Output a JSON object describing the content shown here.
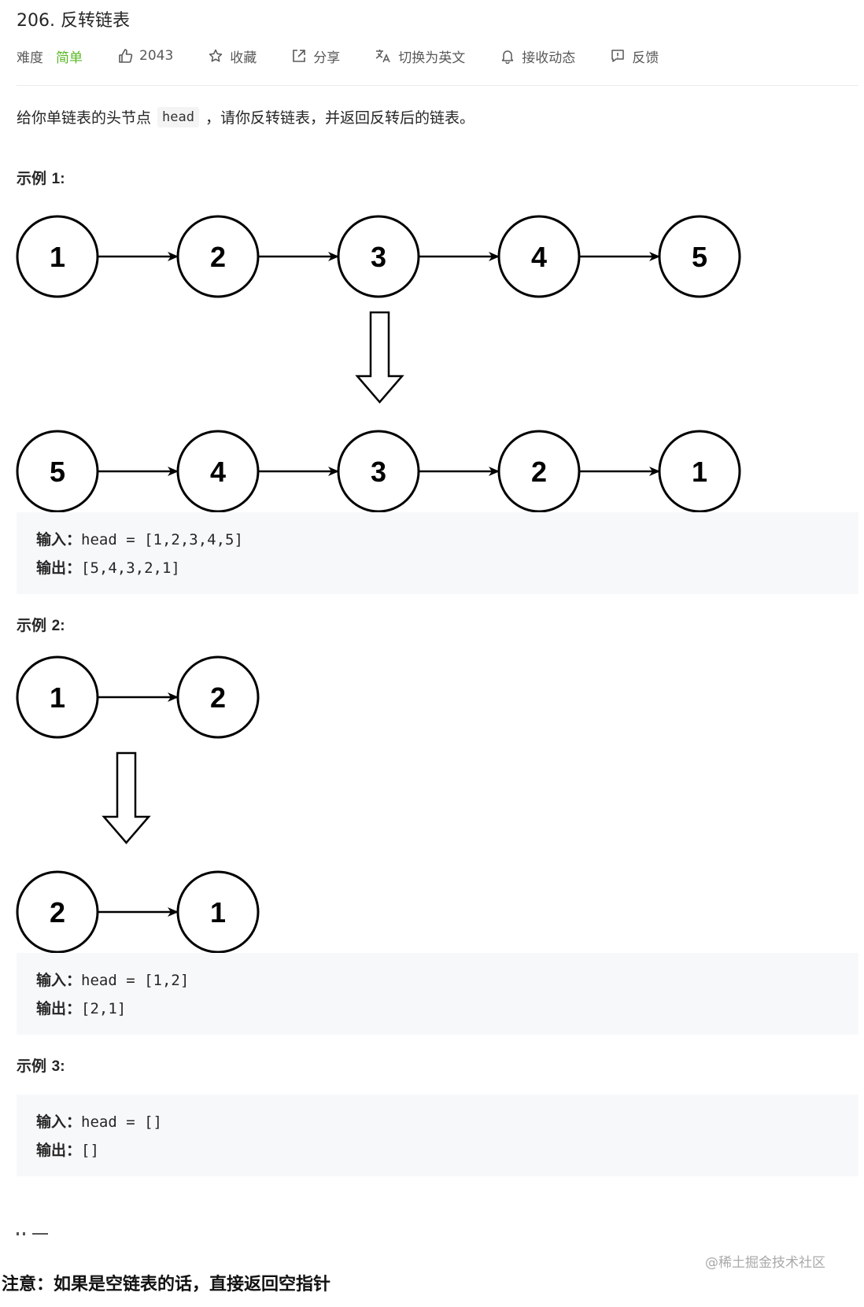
{
  "problem": {
    "title": "206. 反转链表",
    "difficulty_label": "难度",
    "difficulty_value": "简单",
    "likes": "2043",
    "favorite_label": "收藏",
    "share_label": "分享",
    "switch_lang_label": "切换为英文",
    "subscribe_label": "接收动态",
    "feedback_label": "反馈",
    "desc_before": "给你单链表的头节点",
    "desc_code": "head",
    "desc_after": "，请你反转链表，并返回反转后的链表。"
  },
  "examples": [
    {
      "title_text": "示例 ",
      "title_num": "1:",
      "input_label": "输入：",
      "input_value": "head = [1,2,3,4,5]",
      "output_label": "输出：",
      "output_value": "[5,4,3,2,1]",
      "before_nodes": [
        "1",
        "2",
        "3",
        "4",
        "5"
      ],
      "after_nodes": [
        "5",
        "4",
        "3",
        "2",
        "1"
      ]
    },
    {
      "title_text": "示例 ",
      "title_num": "2:",
      "input_label": "输入：",
      "input_value": "head = [1,2]",
      "output_label": "输出：",
      "output_value": "[2,1]",
      "before_nodes": [
        "1",
        "2"
      ],
      "after_nodes": [
        "2",
        "1"
      ]
    },
    {
      "title_text": "示例 ",
      "title_num": "3:",
      "input_label": "输入：",
      "input_value": "head = []",
      "output_label": "输出：",
      "output_value": "[]"
    }
  ],
  "note": "注意：如果是空链表的话，直接返回空指针",
  "watermark": "@稀土掘金技术社区",
  "colors": {
    "easy_green": "#5ab726",
    "code_bg": "#f7f8fa",
    "divider": "#ebebeb"
  }
}
